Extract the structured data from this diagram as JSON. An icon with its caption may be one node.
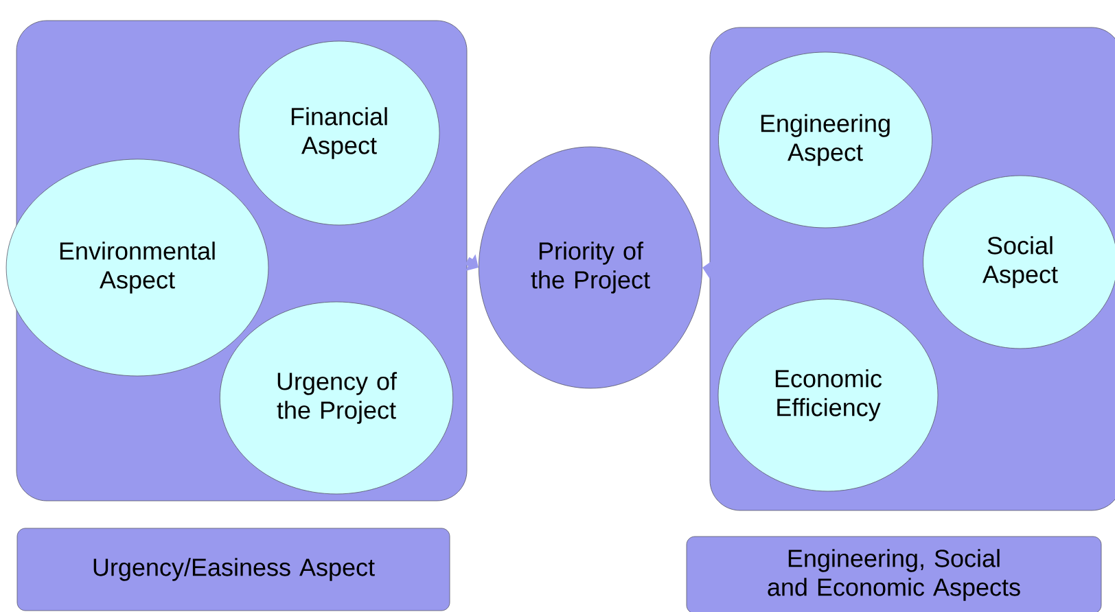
{
  "diagram": {
    "nodes": [
      {
        "text": [],
        "shape": "box"
      },
      {
        "text": [
          "Financial Aspect"
        ],
        "in": 0
      },
      {
        "text": [
          "Environmental Aspect"
        ],
        "in": 0
      },
      {
        "text": [
          "Urgency of the Project"
        ],
        "in": 0
      },
      {
        "text": [
          "Priority of the Project"
        ]
      },
      {
        "text": [],
        "shape": "box"
      },
      {
        "text": [
          "Engineering Aspect"
        ],
        "in": 5
      },
      {
        "text": [
          "Social Aspect"
        ],
        "in": 5
      },
      {
        "text": [
          "Economic Efficiency"
        ],
        "in": 5
      },
      {
        "text": [
          "Urgency/Easiness Aspect"
        ]
      },
      {
        "text": [
          "Engineering, Social and Economic Aspects"
        ]
      }
    ],
    "edges": [
      {
        "from": 0,
        "to": 4,
        "arrow": "to"
      },
      {
        "from": 5,
        "to": 4,
        "arrow": "to"
      }
    ]
  }
}
